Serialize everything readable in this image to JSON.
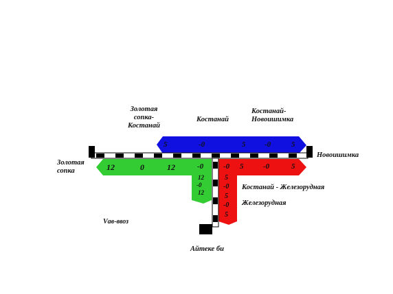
{
  "labels": {
    "zolotaya_kostanay": [
      "Золотая",
      "сопка-",
      "Костанай"
    ],
    "kostanay": "Костанай",
    "kostanay_novoishimka": [
      "Костанай-",
      "Новоишимка"
    ],
    "novoishimka": "Новоишимка",
    "zolotaya": [
      "Золотая",
      "сопка"
    ],
    "kostanay_zhelezorudnaya": "Костанай - Железорудная",
    "zhelezorudnaya": "Железорудная",
    "ayteke_bi": "Айтеке би",
    "vag": "Vав-ввоз"
  },
  "flows": {
    "blue": [
      "5",
      "-0",
      "5",
      "-0",
      "5"
    ],
    "green": [
      "12",
      "0",
      "12",
      "-0"
    ],
    "green_down": [
      "12",
      "-0",
      "12"
    ],
    "red_top": [
      "-0",
      "5",
      "-0",
      "5"
    ],
    "red_down": [
      "5",
      "-0",
      "5",
      "-0",
      "5"
    ]
  },
  "colors": {
    "blue": "#1010e0",
    "green": "#33cc33",
    "red": "#ee1111",
    "track": "#000000"
  }
}
